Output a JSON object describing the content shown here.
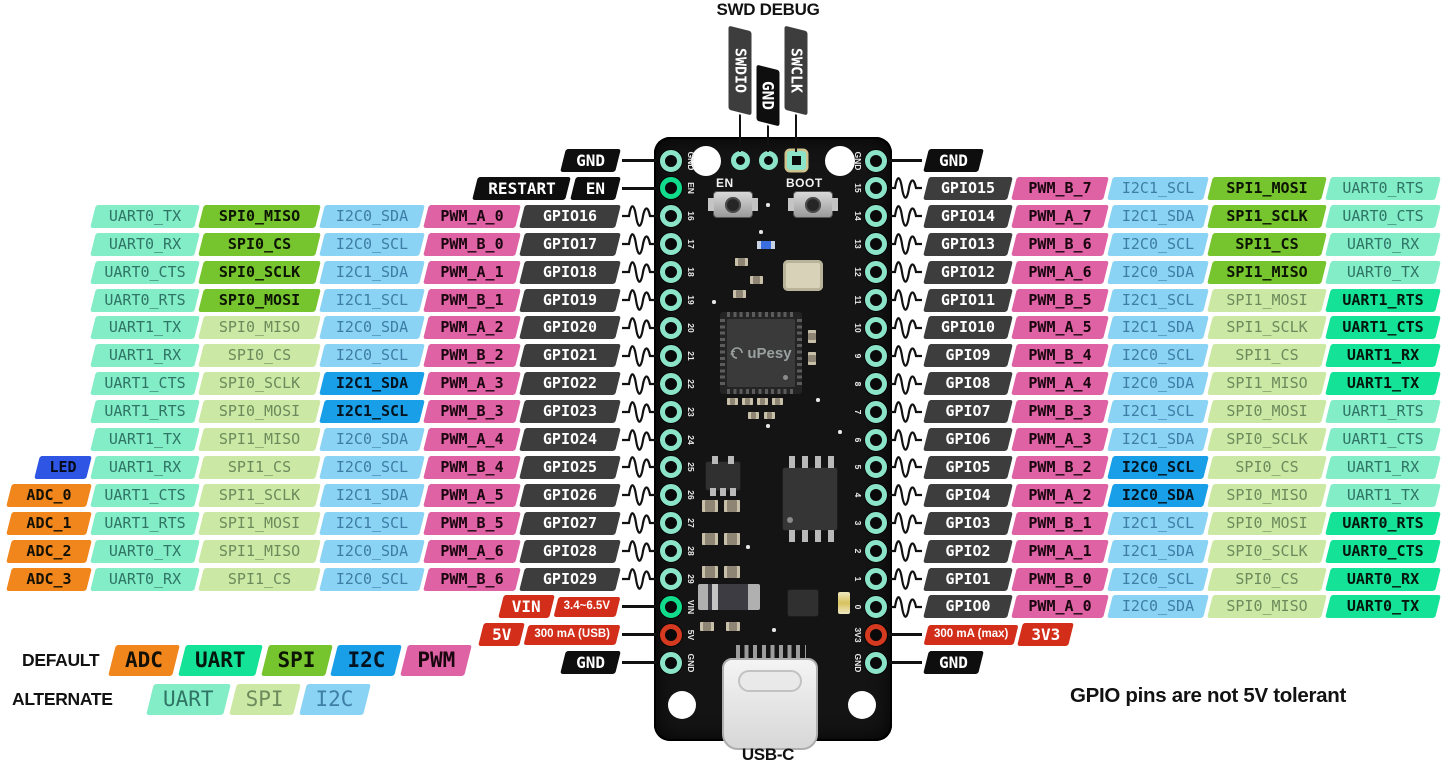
{
  "swd": {
    "title": "SWD DEBUG",
    "pins": [
      {
        "label": "SWDIO",
        "type": "gpio"
      },
      {
        "label": "GND",
        "type": "gnd"
      },
      {
        "label": "SWCLK",
        "type": "gpio"
      }
    ]
  },
  "note": "GPIO pins are not 5V tolerant",
  "usb_label": "USB-C",
  "board": {
    "logo": "uPesy",
    "button_en": "EN",
    "button_boot": "BOOT",
    "left_pins": [
      [
        "GND",
        "gnd"
      ],
      [
        "EN",
        "en"
      ],
      [
        "16",
        "io"
      ],
      [
        "17",
        "io"
      ],
      [
        "18",
        "io"
      ],
      [
        "19",
        "io"
      ],
      [
        "20",
        "io"
      ],
      [
        "21",
        "io"
      ],
      [
        "22",
        "io"
      ],
      [
        "23",
        "io"
      ],
      [
        "24",
        "io"
      ],
      [
        "25",
        "io"
      ],
      [
        "26",
        "io"
      ],
      [
        "27",
        "io"
      ],
      [
        "28",
        "io"
      ],
      [
        "29",
        "io"
      ],
      [
        "VIN",
        "en"
      ],
      [
        "5V",
        "pwr"
      ],
      [
        "GND",
        "gnd"
      ]
    ],
    "right_pins": [
      [
        "GND",
        "gnd"
      ],
      [
        "15",
        "io"
      ],
      [
        "14",
        "io"
      ],
      [
        "13",
        "io"
      ],
      [
        "12",
        "io"
      ],
      [
        "11",
        "io"
      ],
      [
        "10",
        "io"
      ],
      [
        "9",
        "io"
      ],
      [
        "8",
        "io"
      ],
      [
        "7",
        "io"
      ],
      [
        "6",
        "io"
      ],
      [
        "5",
        "io"
      ],
      [
        "4",
        "io"
      ],
      [
        "3",
        "io"
      ],
      [
        "2",
        "io"
      ],
      [
        "1",
        "io"
      ],
      [
        "0",
        "io"
      ],
      [
        "3V3",
        "pwr"
      ],
      [
        "GND",
        "gnd"
      ]
    ]
  },
  "legend": {
    "default_label": "DEFAULT",
    "alternate_label": "ALTERNATE",
    "default_items": [
      [
        "ADC",
        "adc"
      ],
      [
        "UART",
        "uart"
      ],
      [
        "SPI",
        "spi"
      ],
      [
        "I2C",
        "i2c"
      ],
      [
        "PWM",
        "pwm"
      ]
    ],
    "alternate_items": [
      [
        "UART",
        "uart-alt"
      ],
      [
        "SPI",
        "spi-alt"
      ],
      [
        "I2C",
        "i2c-alt"
      ]
    ]
  },
  "colors": {
    "adc": "#F1861C",
    "uart_default": "#14E296",
    "spi_default": "#76C42E",
    "i2c_default": "#189FE8",
    "pwm": "#DE62A4",
    "uart_alternate": "#82EDC6",
    "spi_alternate": "#CBE9A4",
    "i2c_alternate": "#8AD3F5",
    "led": "#2E55E3",
    "gpio": "#3D3D3D",
    "gnd": "#0E0E0E",
    "power": "#D22E1A",
    "pin_ring": "#8CE4C8",
    "pin_enable": "#10DC8C",
    "pin_power": "#D43A1F"
  },
  "left_rows": [
    {
      "conn": "line",
      "cells": [
        [
          "GND",
          "gnd"
        ]
      ]
    },
    {
      "conn": "line",
      "cells": [
        [
          "RESTART",
          "gnd"
        ],
        [
          "EN",
          "gnd"
        ]
      ]
    },
    {
      "conn": "squiggle",
      "cells": [
        [
          "UART0_TX",
          "uart-alt"
        ],
        [
          "SPI0_MISO",
          "spi"
        ],
        [
          "I2C0_SDA",
          "i2c-alt"
        ],
        [
          "PWM_A_0",
          "pwm"
        ],
        [
          "GPIO16",
          "gpio"
        ]
      ]
    },
    {
      "conn": "squiggle",
      "cells": [
        [
          "UART0_RX",
          "uart-alt"
        ],
        [
          "SPI0_CS",
          "spi"
        ],
        [
          "I2C0_SCL",
          "i2c-alt"
        ],
        [
          "PWM_B_0",
          "pwm"
        ],
        [
          "GPIO17",
          "gpio"
        ]
      ]
    },
    {
      "conn": "squiggle",
      "cells": [
        [
          "UART0_CTS",
          "uart-alt"
        ],
        [
          "SPI0_SCLK",
          "spi"
        ],
        [
          "I2C1_SDA",
          "i2c-alt"
        ],
        [
          "PWM_A_1",
          "pwm"
        ],
        [
          "GPIO18",
          "gpio"
        ]
      ]
    },
    {
      "conn": "squiggle",
      "cells": [
        [
          "UART0_RTS",
          "uart-alt"
        ],
        [
          "SPI0_MOSI",
          "spi"
        ],
        [
          "I2C1_SCL",
          "i2c-alt"
        ],
        [
          "PWM_B_1",
          "pwm"
        ],
        [
          "GPIO19",
          "gpio"
        ]
      ]
    },
    {
      "conn": "squiggle",
      "cells": [
        [
          "UART1_TX",
          "uart-alt"
        ],
        [
          "SPI0_MISO",
          "spi-alt"
        ],
        [
          "I2C0_SDA",
          "i2c-alt"
        ],
        [
          "PWM_A_2",
          "pwm"
        ],
        [
          "GPIO20",
          "gpio"
        ]
      ]
    },
    {
      "conn": "squiggle",
      "cells": [
        [
          "UART1_RX",
          "uart-alt"
        ],
        [
          "SPI0_CS",
          "spi-alt"
        ],
        [
          "I2C0_SCL",
          "i2c-alt"
        ],
        [
          "PWM_B_2",
          "pwm"
        ],
        [
          "GPIO21",
          "gpio"
        ]
      ]
    },
    {
      "conn": "squiggle",
      "cells": [
        [
          "UART1_CTS",
          "uart-alt"
        ],
        [
          "SPI0_SCLK",
          "spi-alt"
        ],
        [
          "I2C1_SDA",
          "i2c"
        ],
        [
          "PWM_A_3",
          "pwm"
        ],
        [
          "GPIO22",
          "gpio"
        ]
      ]
    },
    {
      "conn": "squiggle",
      "cells": [
        [
          "UART1_RTS",
          "uart-alt"
        ],
        [
          "SPI0_MOSI",
          "spi-alt"
        ],
        [
          "I2C1_SCL",
          "i2c"
        ],
        [
          "PWM_B_3",
          "pwm"
        ],
        [
          "GPIO23",
          "gpio"
        ]
      ]
    },
    {
      "conn": "squiggle",
      "cells": [
        [
          "UART1_TX",
          "uart-alt"
        ],
        [
          "SPI1_MISO",
          "spi-alt"
        ],
        [
          "I2C0_SDA",
          "i2c-alt"
        ],
        [
          "PWM_A_4",
          "pwm"
        ],
        [
          "GPIO24",
          "gpio"
        ]
      ]
    },
    {
      "conn": "squiggle",
      "cells": [
        [
          "LED",
          "led"
        ],
        [
          "UART1_RX",
          "uart-alt"
        ],
        [
          "SPI1_CS",
          "spi-alt"
        ],
        [
          "I2C0_SCL",
          "i2c-alt"
        ],
        [
          "PWM_B_4",
          "pwm"
        ],
        [
          "GPIO25",
          "gpio"
        ]
      ]
    },
    {
      "conn": "squiggle",
      "cells": [
        [
          "ADC_0",
          "adc"
        ],
        [
          "UART1_CTS",
          "uart-alt"
        ],
        [
          "SPI1_SCLK",
          "spi-alt"
        ],
        [
          "I2C1_SDA",
          "i2c-alt"
        ],
        [
          "PWM_A_5",
          "pwm"
        ],
        [
          "GPIO26",
          "gpio"
        ]
      ]
    },
    {
      "conn": "squiggle",
      "cells": [
        [
          "ADC_1",
          "adc"
        ],
        [
          "UART1_RTS",
          "uart-alt"
        ],
        [
          "SPI1_MOSI",
          "spi-alt"
        ],
        [
          "I2C1_SCL",
          "i2c-alt"
        ],
        [
          "PWM_B_5",
          "pwm"
        ],
        [
          "GPIO27",
          "gpio"
        ]
      ]
    },
    {
      "conn": "squiggle",
      "cells": [
        [
          "ADC_2",
          "adc"
        ],
        [
          "UART0_TX",
          "uart-alt"
        ],
        [
          "SPI1_MISO",
          "spi-alt"
        ],
        [
          "I2C0_SDA",
          "i2c-alt"
        ],
        [
          "PWM_A_6",
          "pwm"
        ],
        [
          "GPIO28",
          "gpio"
        ]
      ]
    },
    {
      "conn": "squiggle",
      "cells": [
        [
          "ADC_3",
          "adc"
        ],
        [
          "UART0_RX",
          "uart-alt"
        ],
        [
          "SPI1_CS",
          "spi-alt"
        ],
        [
          "I2C0_SCL",
          "i2c-alt"
        ],
        [
          "PWM_B_6",
          "pwm"
        ],
        [
          "GPIO29",
          "gpio"
        ]
      ]
    },
    {
      "conn": "line",
      "cells": [
        [
          "VIN",
          "pwr"
        ],
        [
          "3.4~6.5V",
          "pwr-s"
        ]
      ]
    },
    {
      "conn": "line",
      "cells": [
        [
          "5V",
          "pwr"
        ],
        [
          "300 mA (USB)",
          "pwr-s"
        ]
      ]
    },
    {
      "conn": "line",
      "cells": [
        [
          "GND",
          "gnd"
        ]
      ]
    }
  ],
  "right_rows": [
    {
      "conn": "line",
      "cells": [
        [
          "GND",
          "gnd"
        ]
      ]
    },
    {
      "conn": "squiggle",
      "cells": [
        [
          "GPIO15",
          "gpio"
        ],
        [
          "PWM_B_7",
          "pwm"
        ],
        [
          "I2C1_SCL",
          "i2c-alt"
        ],
        [
          "SPI1_MOSI",
          "spi"
        ],
        [
          "UART0_RTS",
          "uart-alt"
        ]
      ]
    },
    {
      "conn": "squiggle",
      "cells": [
        [
          "GPIO14",
          "gpio"
        ],
        [
          "PWM_A_7",
          "pwm"
        ],
        [
          "I2C1_SDA",
          "i2c-alt"
        ],
        [
          "SPI1_SCLK",
          "spi"
        ],
        [
          "UART0_CTS",
          "uart-alt"
        ]
      ]
    },
    {
      "conn": "squiggle",
      "cells": [
        [
          "GPIO13",
          "gpio"
        ],
        [
          "PWM_B_6",
          "pwm"
        ],
        [
          "I2C0_SCL",
          "i2c-alt"
        ],
        [
          "SPI1_CS",
          "spi"
        ],
        [
          "UART0_RX",
          "uart-alt"
        ]
      ]
    },
    {
      "conn": "squiggle",
      "cells": [
        [
          "GPIO12",
          "gpio"
        ],
        [
          "PWM_A_6",
          "pwm"
        ],
        [
          "I2C0_SDA",
          "i2c-alt"
        ],
        [
          "SPI1_MISO",
          "spi"
        ],
        [
          "UART0_TX",
          "uart-alt"
        ]
      ]
    },
    {
      "conn": "squiggle",
      "cells": [
        [
          "GPIO11",
          "gpio"
        ],
        [
          "PWM_B_5",
          "pwm"
        ],
        [
          "I2C1_SCL",
          "i2c-alt"
        ],
        [
          "SPI1_MOSI",
          "spi-alt"
        ],
        [
          "UART1_RTS",
          "uart"
        ]
      ]
    },
    {
      "conn": "squiggle",
      "cells": [
        [
          "GPIO10",
          "gpio"
        ],
        [
          "PWM_A_5",
          "pwm"
        ],
        [
          "I2C1_SDA",
          "i2c-alt"
        ],
        [
          "SPI1_SCLK",
          "spi-alt"
        ],
        [
          "UART1_CTS",
          "uart"
        ]
      ]
    },
    {
      "conn": "squiggle",
      "cells": [
        [
          "GPIO9",
          "gpio"
        ],
        [
          "PWM_B_4",
          "pwm"
        ],
        [
          "I2C0_SCL",
          "i2c-alt"
        ],
        [
          "SPI1_CS",
          "spi-alt"
        ],
        [
          "UART1_RX",
          "uart"
        ]
      ]
    },
    {
      "conn": "squiggle",
      "cells": [
        [
          "GPIO8",
          "gpio"
        ],
        [
          "PWM_A_4",
          "pwm"
        ],
        [
          "I2C0_SDA",
          "i2c-alt"
        ],
        [
          "SPI1_MISO",
          "spi-alt"
        ],
        [
          "UART1_TX",
          "uart"
        ]
      ]
    },
    {
      "conn": "squiggle",
      "cells": [
        [
          "GPIO7",
          "gpio"
        ],
        [
          "PWM_B_3",
          "pwm"
        ],
        [
          "I2C1_SCL",
          "i2c-alt"
        ],
        [
          "SPI0_MOSI",
          "spi-alt"
        ],
        [
          "UART1_RTS",
          "uart-alt"
        ]
      ]
    },
    {
      "conn": "squiggle",
      "cells": [
        [
          "GPIO6",
          "gpio"
        ],
        [
          "PWM_A_3",
          "pwm"
        ],
        [
          "I2C1_SDA",
          "i2c-alt"
        ],
        [
          "SPI0_SCLK",
          "spi-alt"
        ],
        [
          "UART1_CTS",
          "uart-alt"
        ]
      ]
    },
    {
      "conn": "squiggle",
      "cells": [
        [
          "GPIO5",
          "gpio"
        ],
        [
          "PWM_B_2",
          "pwm"
        ],
        [
          "I2C0_SCL",
          "i2c"
        ],
        [
          "SPI0_CS",
          "spi-alt"
        ],
        [
          "UART1_RX",
          "uart-alt"
        ]
      ]
    },
    {
      "conn": "squiggle",
      "cells": [
        [
          "GPIO4",
          "gpio"
        ],
        [
          "PWM_A_2",
          "pwm"
        ],
        [
          "I2C0_SDA",
          "i2c"
        ],
        [
          "SPI0_MISO",
          "spi-alt"
        ],
        [
          "UART1_TX",
          "uart-alt"
        ]
      ]
    },
    {
      "conn": "squiggle",
      "cells": [
        [
          "GPIO3",
          "gpio"
        ],
        [
          "PWM_B_1",
          "pwm"
        ],
        [
          "I2C1_SCL",
          "i2c-alt"
        ],
        [
          "SPI0_MOSI",
          "spi-alt"
        ],
        [
          "UART0_RTS",
          "uart"
        ]
      ]
    },
    {
      "conn": "squiggle",
      "cells": [
        [
          "GPIO2",
          "gpio"
        ],
        [
          "PWM_A_1",
          "pwm"
        ],
        [
          "I2C1_SDA",
          "i2c-alt"
        ],
        [
          "SPI0_SCLK",
          "spi-alt"
        ],
        [
          "UART0_CTS",
          "uart"
        ]
      ]
    },
    {
      "conn": "squiggle",
      "cells": [
        [
          "GPIO1",
          "gpio"
        ],
        [
          "PWM_B_0",
          "pwm"
        ],
        [
          "I2C0_SCL",
          "i2c-alt"
        ],
        [
          "SPI0_CS",
          "spi-alt"
        ],
        [
          "UART0_RX",
          "uart"
        ]
      ]
    },
    {
      "conn": "squiggle",
      "cells": [
        [
          "GPIO0",
          "gpio"
        ],
        [
          "PWM_A_0",
          "pwm"
        ],
        [
          "I2C0_SDA",
          "i2c-alt"
        ],
        [
          "SPI0_MISO",
          "spi-alt"
        ],
        [
          "UART0_TX",
          "uart"
        ]
      ]
    },
    {
      "conn": "line",
      "cells": [
        [
          "300 mA (max)",
          "pwr-s"
        ],
        [
          "3V3",
          "pwr"
        ]
      ]
    },
    {
      "conn": "line",
      "cells": [
        [
          "GND",
          "gnd"
        ]
      ]
    }
  ]
}
